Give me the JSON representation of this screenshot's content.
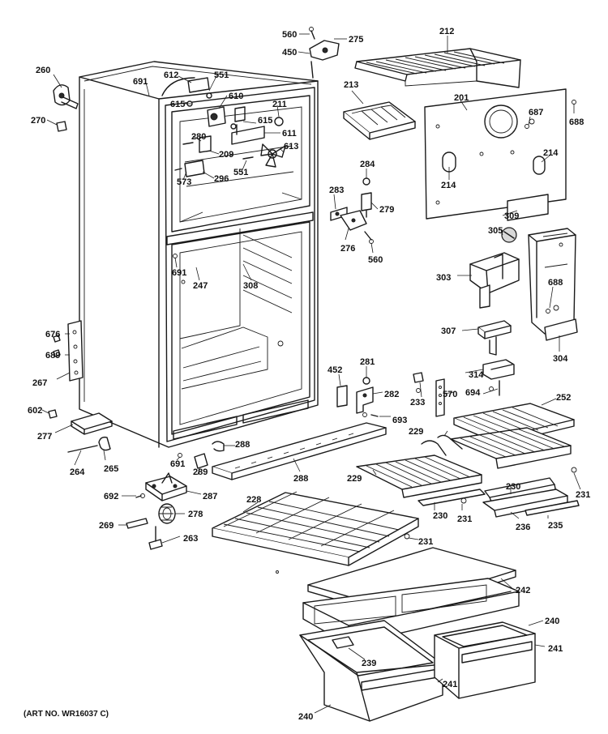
{
  "art_number": "(ART NO. WR16037 C)",
  "callouts": [
    "560",
    "275",
    "450",
    "212",
    "260",
    "270",
    "691",
    "612",
    "551",
    "610",
    "615",
    "211",
    "615",
    "611",
    "280",
    "209",
    "613",
    "573",
    "296",
    "551",
    "213",
    "201",
    "687",
    "688",
    "214",
    "214",
    "284",
    "283",
    "279",
    "276",
    "560",
    "309",
    "305",
    "303",
    "688",
    "691",
    "247",
    "308",
    "307",
    "304",
    "676",
    "689",
    "267",
    "452",
    "281",
    "282",
    "314",
    "233",
    "570",
    "694",
    "693",
    "252",
    "602",
    "277",
    "229",
    "229",
    "288",
    "264",
    "265",
    "691",
    "289",
    "288",
    "230",
    "231",
    "231",
    "692",
    "287",
    "230",
    "236",
    "235",
    "269",
    "278",
    "228",
    "263",
    "231",
    "242",
    "240",
    "241",
    "239",
    "241",
    "240"
  ]
}
